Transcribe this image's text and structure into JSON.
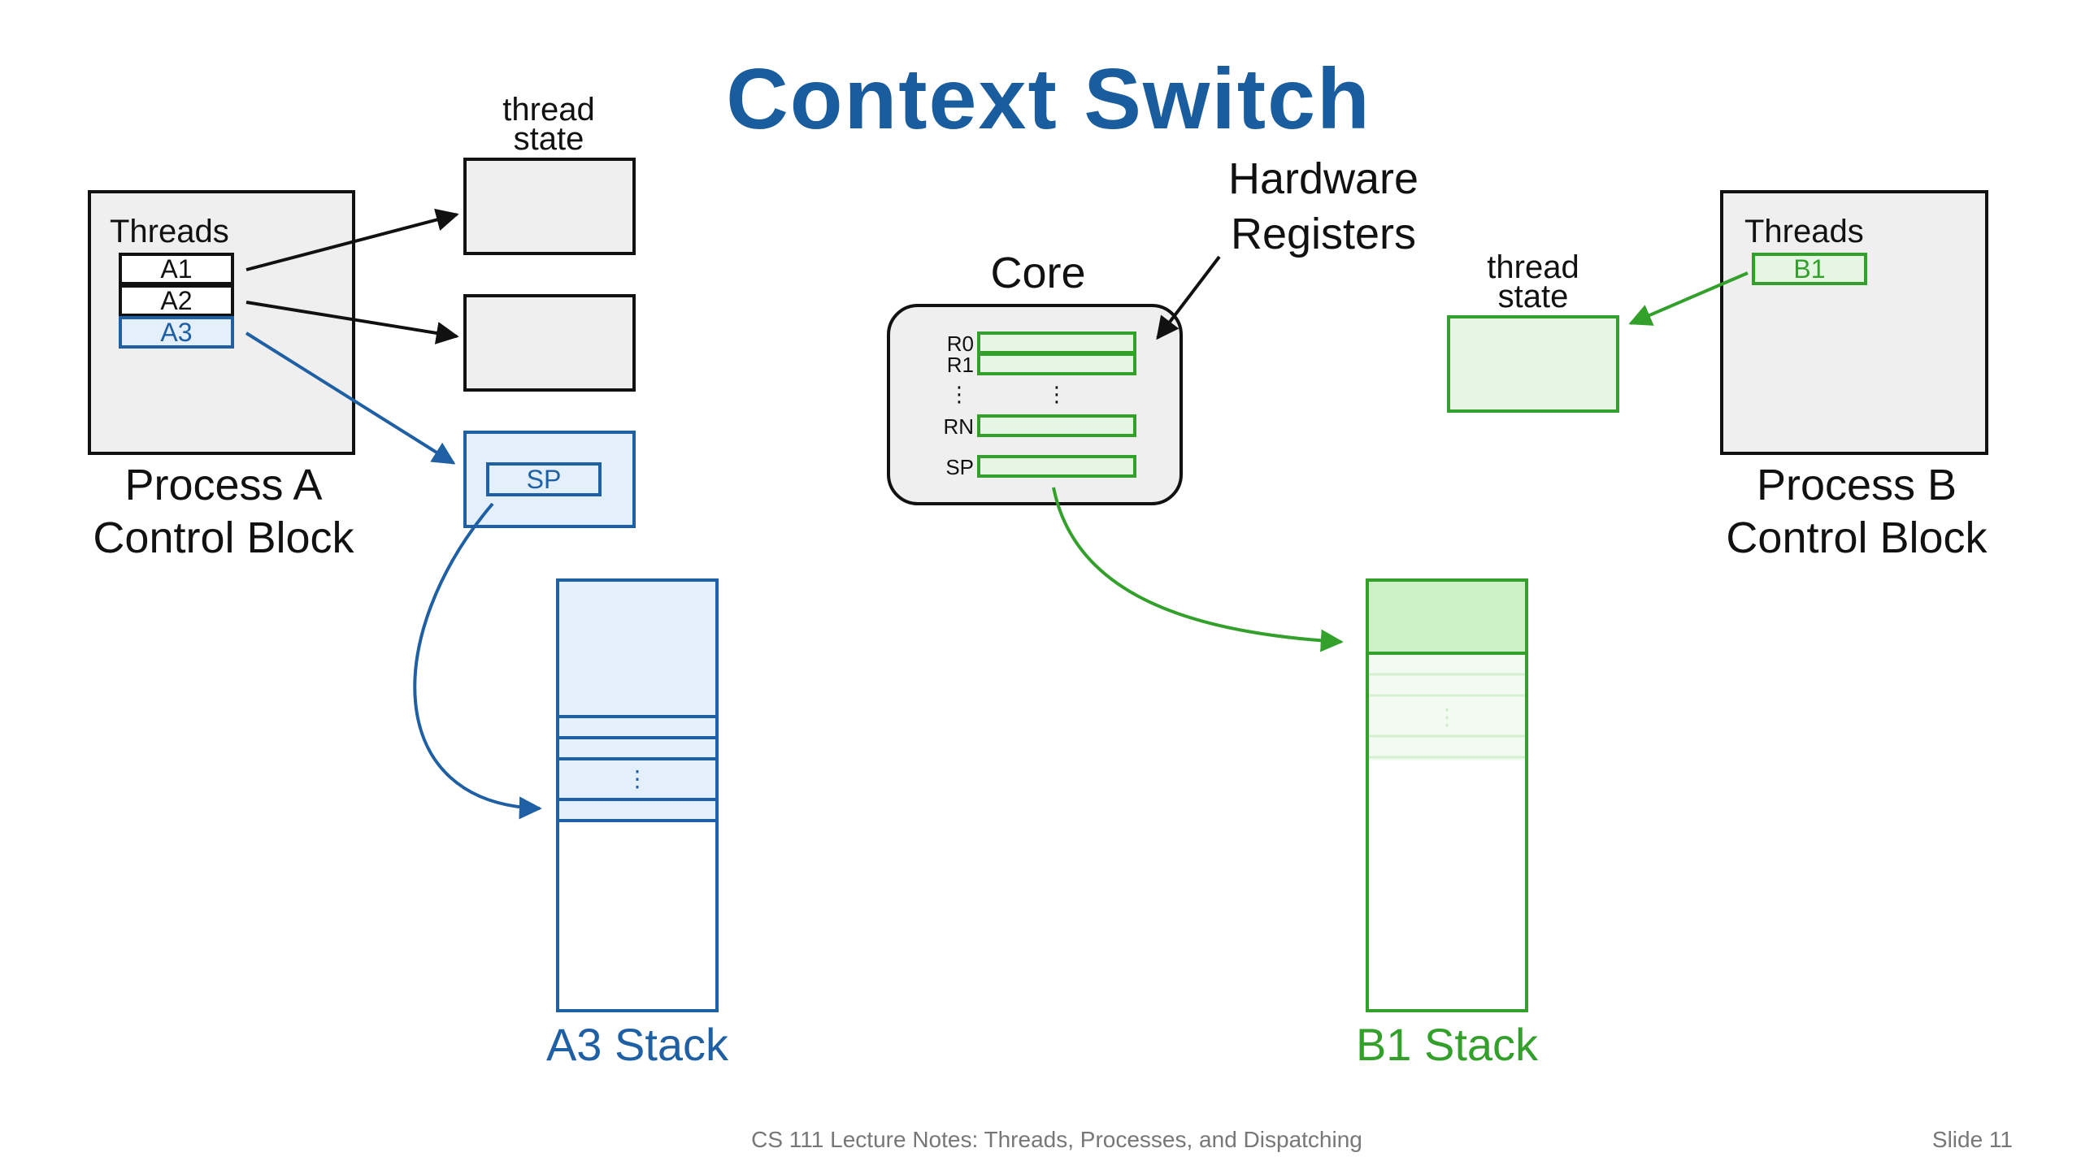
{
  "slide": {
    "title": "Context Switch",
    "footer_left": "CS 111 Lecture Notes: Threads, Processes, and Dispatching",
    "footer_right": "Slide 11"
  },
  "process_a": {
    "threads_label": "Threads",
    "threads": [
      "A1",
      "A2",
      "A3"
    ],
    "caption_line1": "Process A",
    "caption_line2": "Control Block",
    "thread_state_line1": "thread",
    "thread_state_line2": "state",
    "sp_label": "SP",
    "stack_label": "A3 Stack"
  },
  "core": {
    "label": "Core",
    "hw_line1": "Hardware",
    "hw_line2": "Registers",
    "registers": [
      "R0",
      "R1",
      "RN",
      "SP"
    ],
    "ellipsis": "⋮"
  },
  "process_b": {
    "threads_label": "Threads",
    "threads": [
      "B1"
    ],
    "caption_line1": "Process B",
    "caption_line2": "Control Block",
    "thread_state_line1": "thread",
    "thread_state_line2": "state",
    "stack_label": "B1 Stack"
  },
  "colors": {
    "title_blue": "#1a5d9e",
    "blue": "#1f5fa3",
    "blue_fill": "#e3f0fb",
    "green": "#33a02c",
    "green_fill": "#e5f7e3",
    "green_fill_dark": "#cdf0c8",
    "gray_fill": "#efefef",
    "black": "#111111",
    "footer_gray": "#777777"
  }
}
